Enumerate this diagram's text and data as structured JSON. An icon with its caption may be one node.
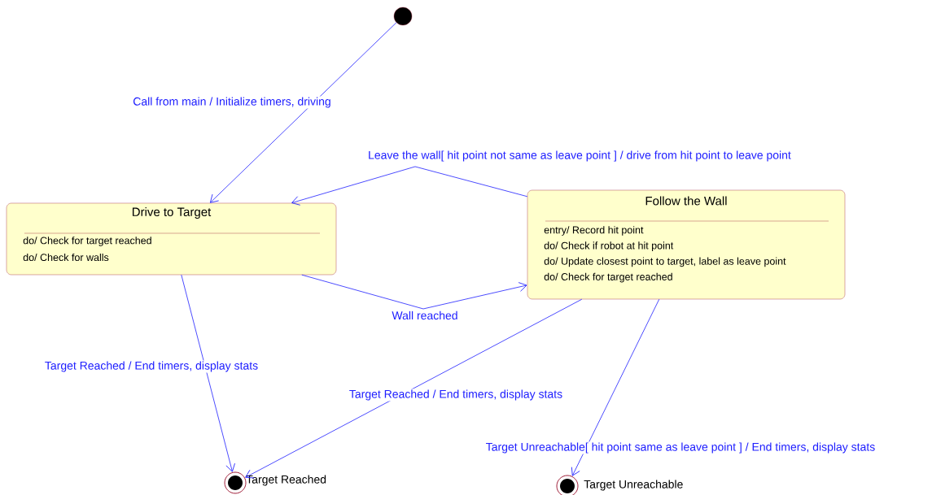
{
  "diagram": {
    "nodes": [
      {
        "text": [],
        "shape": "circle"
      },
      {
        "text": [
          "Drive to Target",
          "do/ Check for target reached",
          "do/ Check for walls"
        ]
      },
      {
        "text": [
          "Follow the Wall",
          "entry/ Record hit point",
          "do/ Check if robot at hit point",
          "do/ Update closest point to target, label as leave point",
          "do/ Check for target reached"
        ]
      },
      {
        "text": [],
        "shape": "circle",
        "beside": [
          "Target Reached"
        ]
      },
      {
        "text": [],
        "shape": "circle",
        "beside": [
          "Target Unreachable"
        ]
      }
    ],
    "edges": [
      {
        "from": 0,
        "to": 1,
        "arrow": "to",
        "label": "Call from main / Initialize timers, driving"
      },
      {
        "from": 2,
        "to": 1,
        "arrow": "to",
        "label": "Leave the wall[ hit point not same as leave point ] / drive from hit point to leave point"
      },
      {
        "from": 1,
        "to": 2,
        "arrow": "to",
        "label": "Wall reached"
      },
      {
        "from": 1,
        "to": 3,
        "arrow": "to",
        "label": "Target Reached / End timers, display stats"
      },
      {
        "from": 2,
        "to": 3,
        "arrow": "to",
        "label": "Target Reached / End timers, display stats"
      },
      {
        "from": 2,
        "to": 4,
        "arrow": "to",
        "label": "Target Unreachable[ hit point same as leave point ] / End timers, display stats"
      }
    ]
  }
}
